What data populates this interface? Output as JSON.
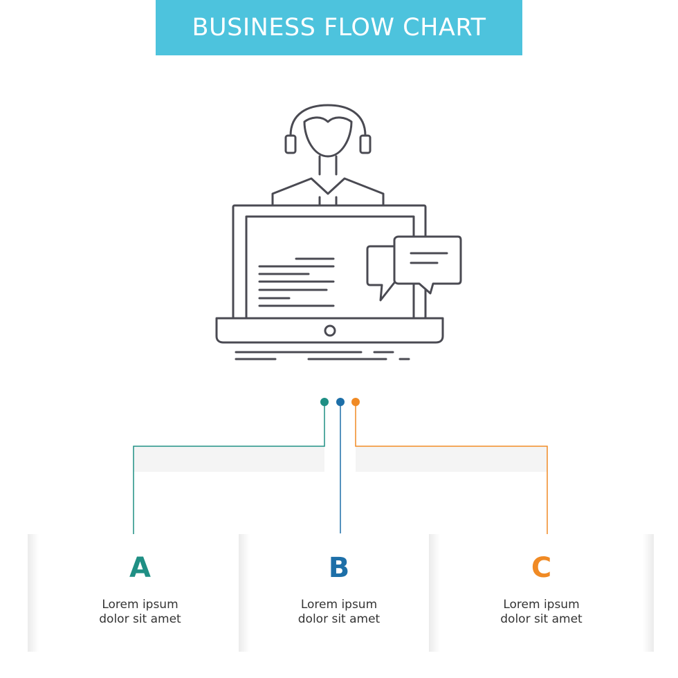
{
  "header": {
    "title": "BUSINESS FLOW CHART"
  },
  "icon": {
    "name": "customer-support-laptop-chat-icon",
    "stroke_color": "#4a4a52"
  },
  "steps": [
    {
      "letter": "A",
      "line1": "Lorem ipsum",
      "line2": "dolor sit amet",
      "color": "#1f8f84"
    },
    {
      "letter": "B",
      "line1": "Lorem ipsum",
      "line2": "dolor sit amet",
      "color": "#1d6fa8"
    },
    {
      "letter": "C",
      "line1": "Lorem ipsum",
      "line2": "dolor sit amet",
      "color": "#f08a24"
    }
  ],
  "colors": {
    "banner": "#4dc3dd",
    "background": "#ffffff"
  }
}
